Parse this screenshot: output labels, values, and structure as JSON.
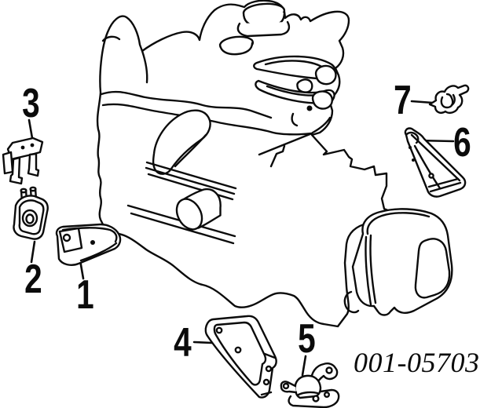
{
  "diagram": {
    "part_number": "001-05703",
    "callouts": [
      {
        "label": "1"
      },
      {
        "label": "2"
      },
      {
        "label": "3"
      },
      {
        "label": "4"
      },
      {
        "label": "5"
      },
      {
        "label": "6"
      },
      {
        "label": "7"
      }
    ],
    "colors": {
      "line": "#0b0b0b",
      "background": "#ffffff"
    }
  }
}
